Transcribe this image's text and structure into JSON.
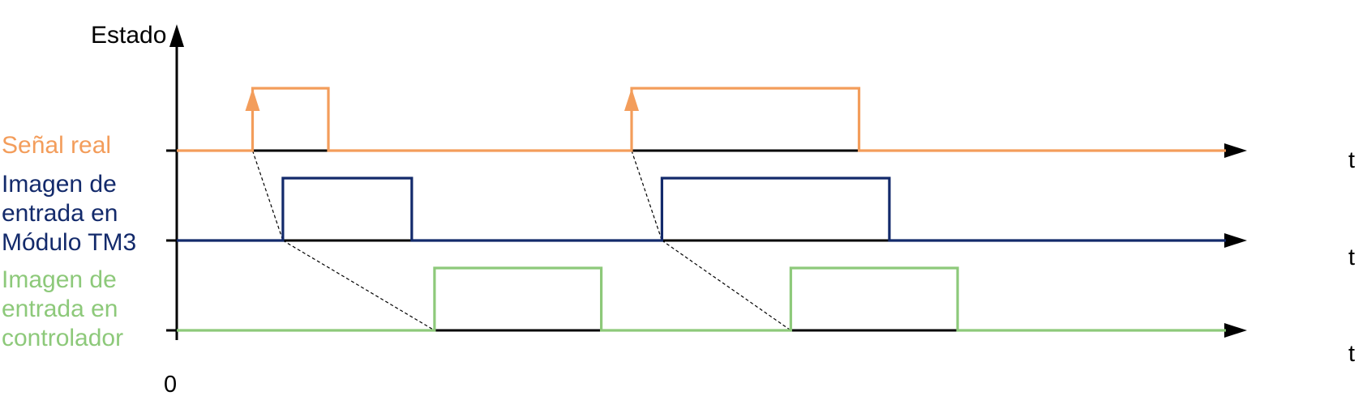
{
  "y_axis": {
    "label": "Estado"
  },
  "origin_label": "0",
  "time_axis_label": "t",
  "colors": {
    "axis": "#000000",
    "real_signal": "#F39D5B",
    "tm3_image": "#132A6B",
    "controller_image": "#8DC97A",
    "connector": "#000000"
  },
  "signals": [
    {
      "id": "real",
      "label_lines": [
        "Señal real"
      ],
      "color": "#F39D5B",
      "pulses": [
        [
          1,
          2
        ],
        [
          6,
          9
        ]
      ],
      "rising_arrows": true
    },
    {
      "id": "tm3",
      "label_lines": [
        "Imagen de",
        "entrada en",
        "Módulo TM3"
      ],
      "color": "#132A6B",
      "pulses": [
        [
          1.4,
          3.1
        ],
        [
          6.4,
          9.4
        ]
      ],
      "rising_arrows": false
    },
    {
      "id": "controller",
      "label_lines": [
        "Imagen de",
        "entrada en",
        "controlador"
      ],
      "color": "#8DC97A",
      "pulses": [
        [
          3.4,
          5.6
        ],
        [
          8.1,
          10.3
        ]
      ],
      "rising_arrows": false
    }
  ]
}
